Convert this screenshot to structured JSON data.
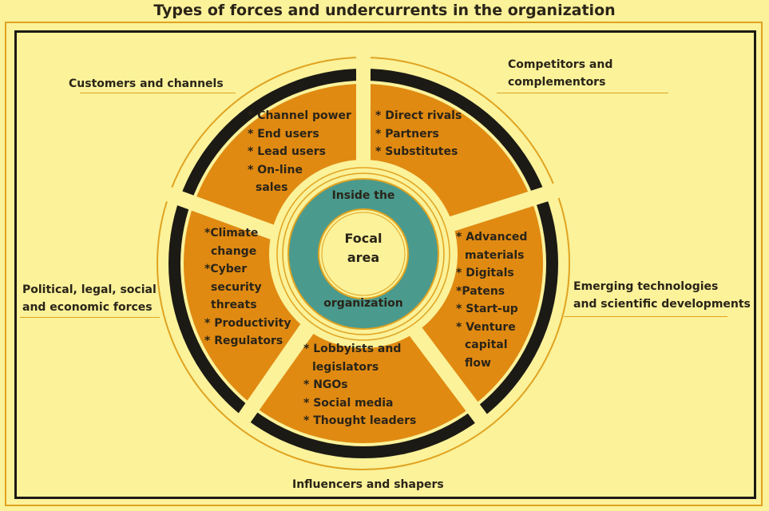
{
  "title": "Types of forces and undercurrents in the organization",
  "outer_labels": {
    "customers": "Customers and channels",
    "competitors": [
      "Competitors and",
      "complementors"
    ],
    "political": [
      "Political, legal, social",
      "and economic forces"
    ],
    "emerging": [
      "Emerging technologies",
      "and scientific developments"
    ],
    "influencers": "Influencers and shapers"
  },
  "segments": {
    "customers": [
      "* Channel power",
      "* End users",
      "* Lead users",
      "* On-line",
      "sales"
    ],
    "competitors": [
      "* Direct rivals",
      "* Partners",
      "* Substitutes"
    ],
    "emerging": [
      "* Advanced",
      "materials",
      "* Digitals",
      "*Patens",
      "* Start-up",
      "* Venture",
      "capital",
      "flow"
    ],
    "influencers": [
      "* Lobbyists and",
      "legislators",
      "* NGOs",
      "* Social media",
      "* Thought leaders"
    ],
    "political": [
      "*Climate",
      "change",
      "*Cyber",
      "security",
      "threats",
      "* Productivity",
      "* Regulators"
    ]
  },
  "center": {
    "ring_top": "Inside the",
    "ring_bottom": "organization",
    "focal": [
      "Focal",
      "area"
    ]
  },
  "colors": {
    "background": "#fbf29a",
    "segment": "#e08a12",
    "dark_ring": "#1c1a14",
    "teal": "#4a9a8e",
    "accent": "#e0a320"
  }
}
